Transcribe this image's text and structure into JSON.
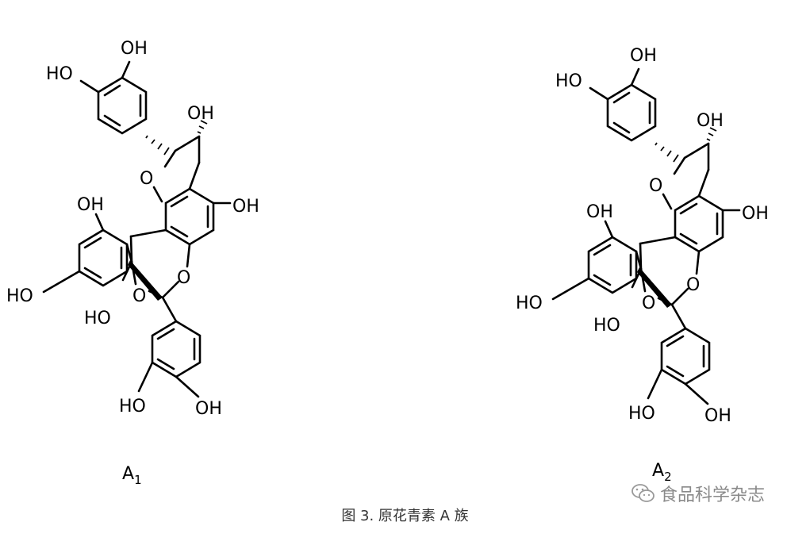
{
  "figure": {
    "compounds": [
      {
        "label_main": "A",
        "label_sub": "1",
        "atoms": {
          "ho_ring_b_top_left": "HO",
          "oh_ring_b_top": "OH",
          "oh_c_ring": "OH",
          "o_pyran": "O",
          "oh_ring_a_right": "OH",
          "oh_ring_d_top": "OH",
          "ho_ring_d_left": "HO",
          "o_bridge": "O",
          "o_ether_right": "O",
          "ho_bridge": "HO",
          "ho_ring_e_bottom": "HO",
          "oh_ring_e_bottom": "OH"
        }
      },
      {
        "label_main": "A",
        "label_sub": "2",
        "atoms": {
          "ho_ring_b_top_left": "HO",
          "oh_ring_b_top": "OH",
          "oh_c_ring": "OH",
          "o_pyran": "O",
          "oh_ring_a_right": "OH",
          "oh_ring_d_top": "OH",
          "ho_ring_d_left": "HO",
          "o_bridge": "O",
          "o_ether_right": "O",
          "ho_bridge": "HO",
          "ho_ring_e_bottom": "HO",
          "oh_ring_e_bottom": "OH"
        }
      }
    ],
    "caption": "图 3. 原花青素 A 族",
    "watermark": "食品科学杂志",
    "watermark_icon": "wechat-icon"
  }
}
